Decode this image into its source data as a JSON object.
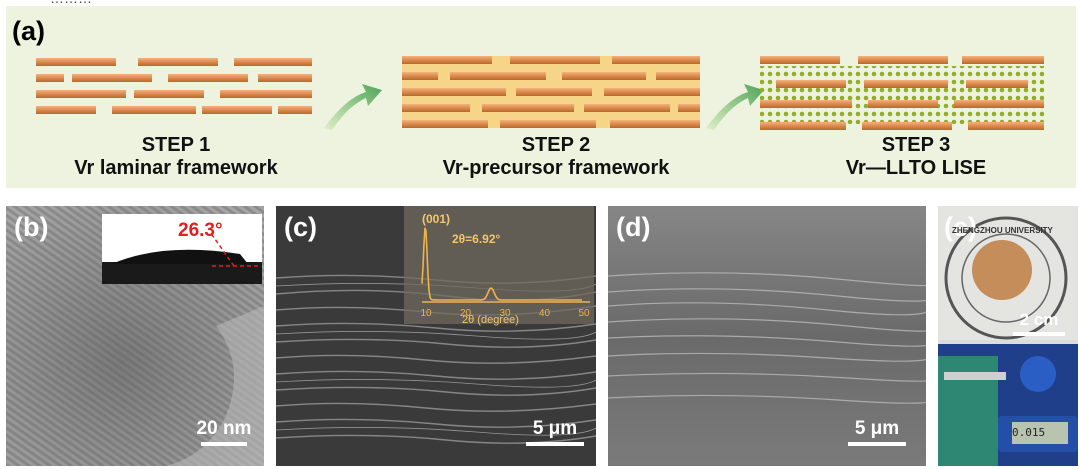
{
  "panel_a": {
    "label": "(a)",
    "steps": [
      {
        "step": "STEP 1",
        "name": "Vr laminar framework"
      },
      {
        "step": "STEP 2",
        "name": "Vr-precursor framework"
      },
      {
        "step": "STEP 3",
        "name": "Vr—LLTO LISE"
      }
    ]
  },
  "panel_b": {
    "label": "(b)",
    "contact_angle": "26.3°",
    "scale_bar": "20 nm"
  },
  "panel_c": {
    "label": "(c)",
    "scale_bar": "5 μm",
    "xrd_inset": {
      "peak_label": "(001)",
      "peak_annotation": "2θ=6.92°",
      "xlabel": "2θ (degree)",
      "x_ticks": [
        "10",
        "20",
        "30",
        "40",
        "50"
      ]
    }
  },
  "panel_d": {
    "label": "(d)",
    "scale_bar": "5 μm"
  },
  "panel_e": {
    "label": "(e)",
    "logo_text": "ZHENGZHOU UNIVERSITY",
    "scale_bar": "2 cm",
    "micrometer_display": "0.015"
  },
  "colors": {
    "rod": "#d98a4a",
    "rod_light": "#f0b27a",
    "precursor": "#f7d588",
    "arrow": "#66b06a",
    "dots": "#7c9c1f"
  }
}
